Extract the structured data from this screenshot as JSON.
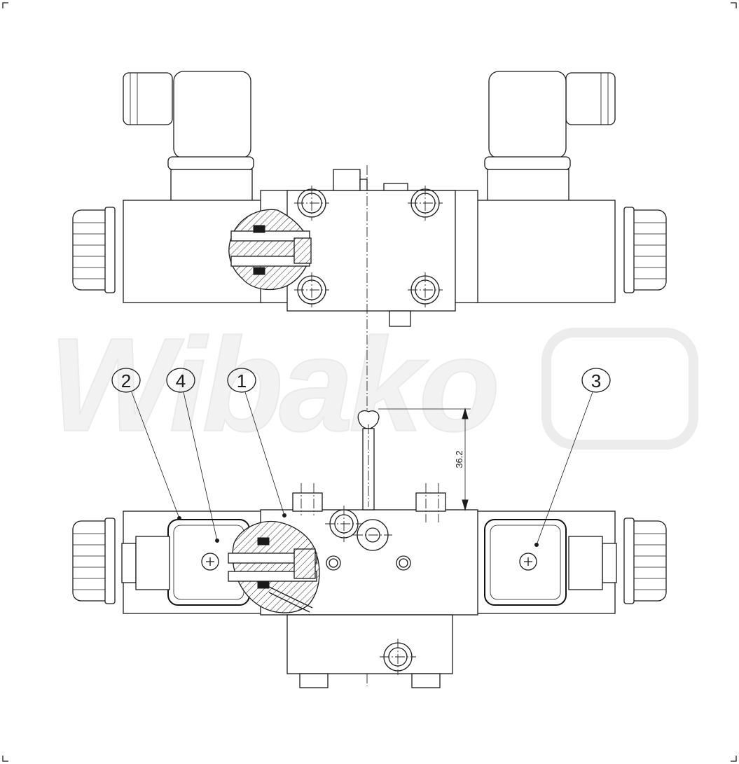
{
  "watermark": {
    "text": "Wibako"
  },
  "callouts": [
    {
      "label": "2"
    },
    {
      "label": "4"
    },
    {
      "label": "1"
    },
    {
      "label": "3"
    }
  ],
  "dimensions": [
    {
      "value": "36.2"
    }
  ]
}
